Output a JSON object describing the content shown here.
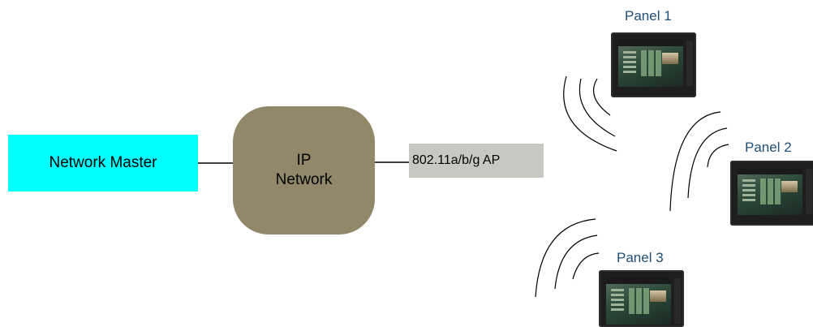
{
  "nodes": {
    "master": {
      "label": "Network Master",
      "color": "#00ffff"
    },
    "ip_network": {
      "line1": "IP",
      "line2": "Network",
      "color": "#918869"
    },
    "access_point": {
      "label": "802.11a/b/g AP",
      "color": "#c8c8c3"
    }
  },
  "panels": [
    {
      "label": "Panel 1"
    },
    {
      "label": "Panel 2"
    },
    {
      "label": "Panel 3"
    }
  ],
  "colors": {
    "panel_label": "#1f4e79",
    "connector": "#000000"
  }
}
